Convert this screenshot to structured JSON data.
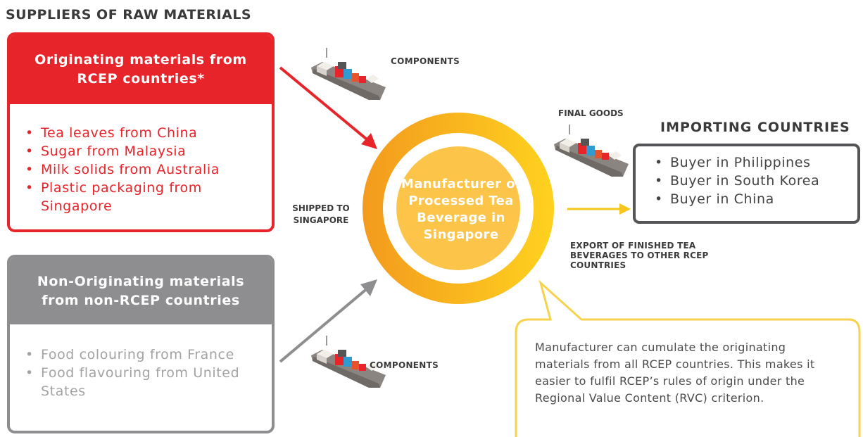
{
  "suppliers_heading": "SUPPLIERS OF RAW MATERIALS",
  "originating": {
    "title": "Originating materials from RCEP countries*",
    "items": [
      "Tea leaves from China",
      "Sugar from Malaysia",
      "Milk solids from Australia",
      "Plastic packaging from Singapore"
    ],
    "color": "#e8242b"
  },
  "non_originating": {
    "title": "Non-Originating materials from non-RCEP countries",
    "items": [
      "Food colouring from France",
      "Food flavouring from United States"
    ],
    "color": "#8e8e90"
  },
  "ships": {
    "top_label": "COMPONENTS",
    "bottom_label": "COMPONENTS",
    "final_label": "FINAL GOODS"
  },
  "shipped_label": "SHIPPED TO SINGAPORE",
  "manufacturer": "Manufacturer of Processed Tea Beverage in Singapore",
  "export_label": "EXPORT OF FINISHED TEA BEVERAGES TO OTHER RCEP COUNTRIES",
  "importing": {
    "heading": "IMPORTING COUNTRIES",
    "items": [
      "Buyer in Philippines",
      "Buyer in South Korea",
      "Buyer in China"
    ]
  },
  "callout": "Manufacturer can cumulate the originating materials from all RCEP countries. This makes it easier to fulfil RCEP’s rules of origin under the Regional Value Content (RVC) criterion.",
  "colors": {
    "red": "#e8242b",
    "grey": "#8e8e90",
    "ring_start": "#f39a1e",
    "ring_end": "#ffd21f",
    "inner": "#fcc54a",
    "callout_border": "#f7d24f"
  }
}
